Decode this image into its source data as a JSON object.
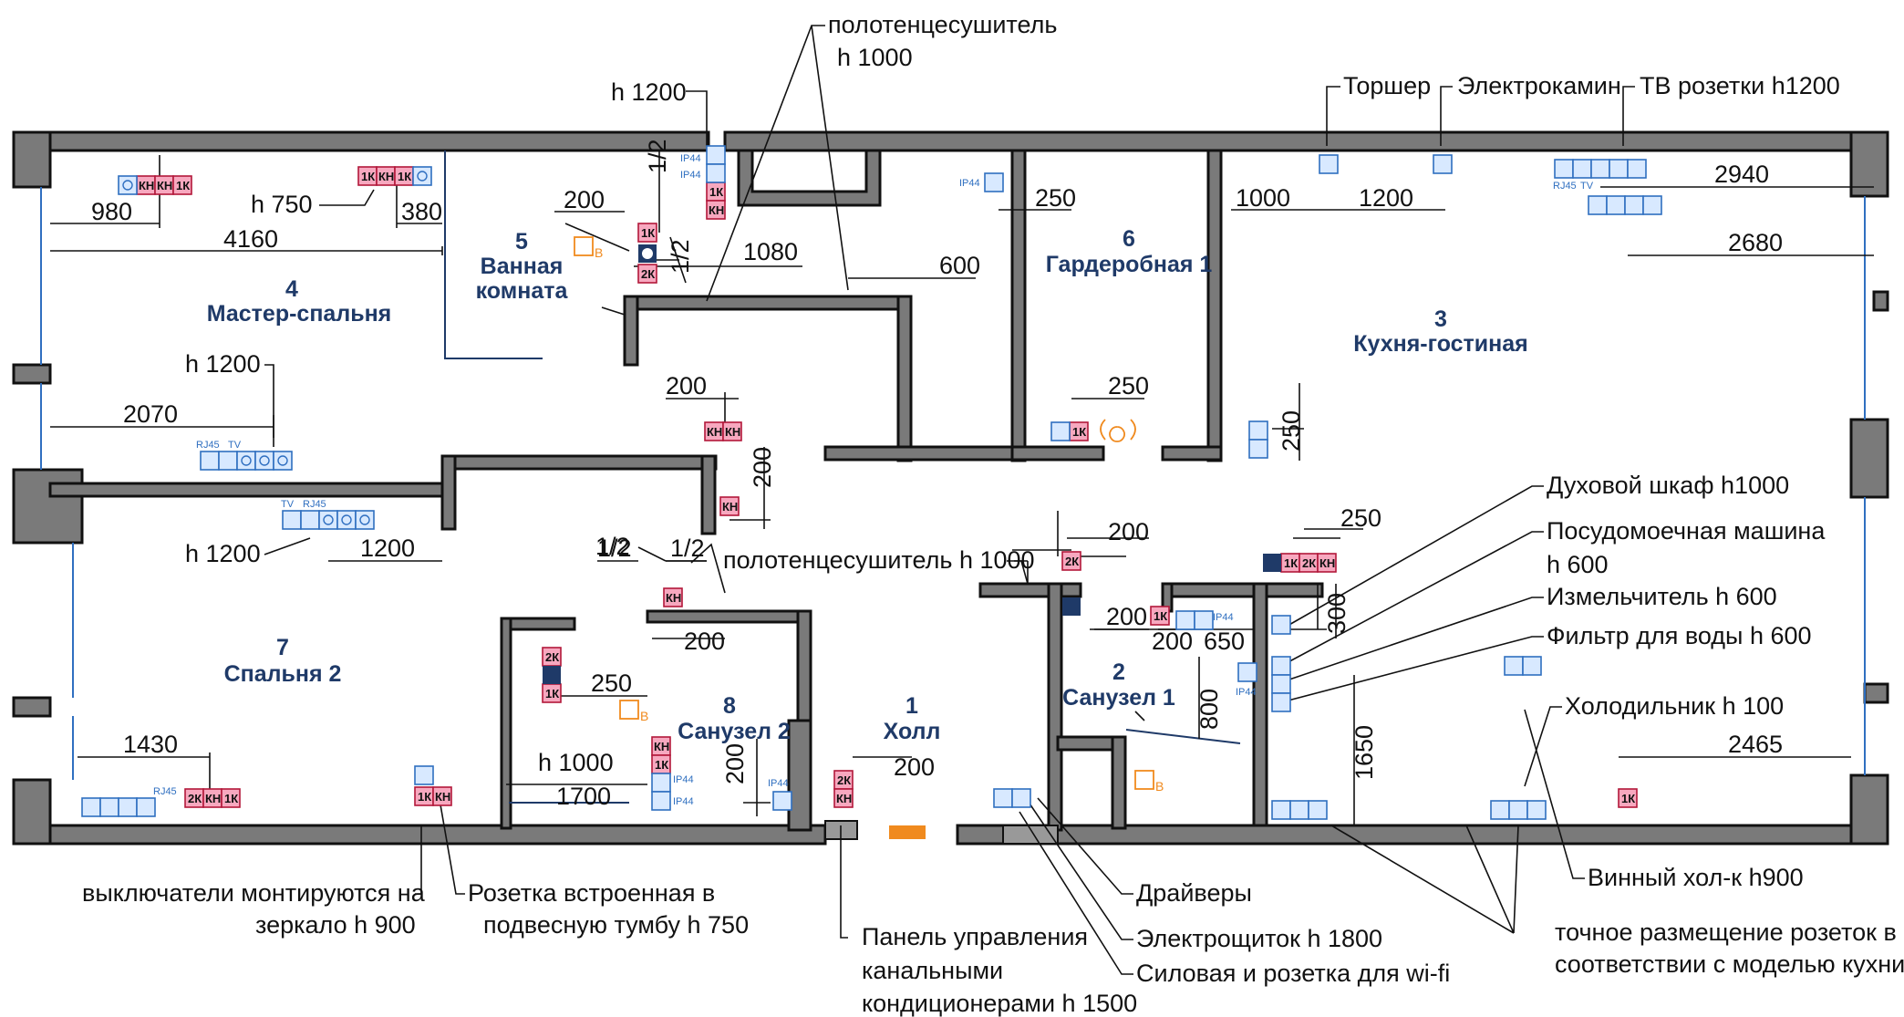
{
  "rooms": [
    {
      "num": "4",
      "name": "Мастер-спальня"
    },
    {
      "num": "5",
      "name": "Ванная",
      "name2": "комната"
    },
    {
      "num": "6",
      "name": "Гардеробная 1"
    },
    {
      "num": "3",
      "name": "Кухня-гостиная"
    },
    {
      "num": "7",
      "name": "Спальня 2"
    },
    {
      "num": "8",
      "name": "Санузел 2"
    },
    {
      "num": "1",
      "name": "Холл"
    },
    {
      "num": "2",
      "name": "Санузел 1"
    }
  ],
  "dimensions": [
    "980",
    "4160",
    "380",
    "200",
    "1080",
    "600",
    "250",
    "1000",
    "1200",
    "2940",
    "2680",
    "2070",
    "200",
    "250",
    "250",
    "200",
    "1200",
    "1/2",
    "1/2",
    "200",
    "250",
    "200",
    "200",
    "1700",
    "200",
    "1430",
    "200",
    "650",
    "800",
    "1650",
    "2465",
    "200",
    "300",
    "250",
    "1/2",
    "1/2"
  ],
  "notes": {
    "towel_top": "полотенцесушитель",
    "towel_top_h": "h 1000",
    "h1200_top": "h 1200",
    "h750": "h 750",
    "h1200_a": "h 1200",
    "h1200_b": "h 1200",
    "torsher": "Торшер",
    "fireplace": "Электрокамин",
    "tv_sockets": "ТВ розетки h1200",
    "towel_mid": "полотенцесушитель h 1000",
    "h1000": "h 1000",
    "oven": "Духовой шкаф h1000",
    "dishwasher": "Посудомоечная машина",
    "dishwasher_h": "h 600",
    "grinder": "Измельчитель h 600",
    "filter": "Фильтр для воды h 600",
    "fridge": "Холодильник h 100",
    "wine": "Винный хол-к h900",
    "switches_1": "выключатели монтируются на",
    "switches_2": "зеркало h 900",
    "builtin_1": "Розетка встроенная в",
    "builtin_2": "подвесную тумбу h 750",
    "panel_1": "Панель управления",
    "panel_2": "канальными",
    "panel_3": "кондиционерами h 1500",
    "drivers": "Драйверы",
    "shield": "Электрощиток h 1800",
    "wifi": "Силовая и  розетка для wi-fi",
    "kitchen_1": "точное размещение розеток в",
    "kitchen_2": "соответствии с моделью кухни"
  },
  "labels": {
    "ip44": "IP44",
    "rj45": "RJ45",
    "tv": "TV",
    "v": "В",
    "kn": "КН",
    "k1": "1К",
    "k2": "2К"
  }
}
